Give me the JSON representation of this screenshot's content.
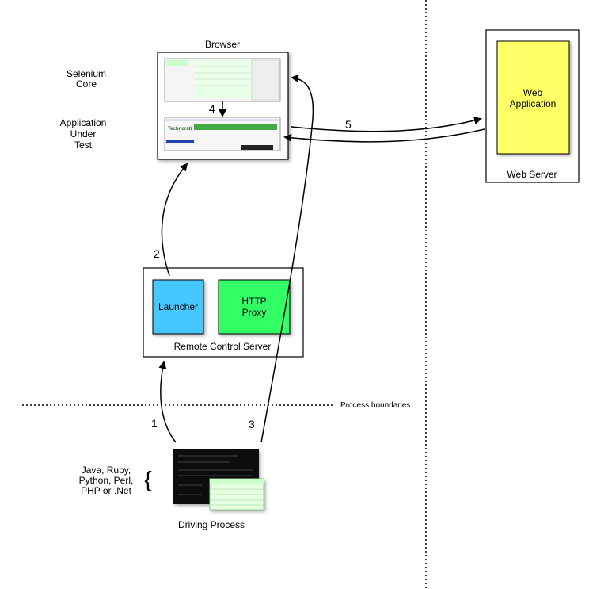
{
  "browser": {
    "title": "Browser",
    "top_pane_label": [
      "Selenium",
      "Core"
    ],
    "bottom_pane_label": [
      "Application",
      "Under",
      "Test"
    ],
    "logo_text": "Technorati"
  },
  "web_server": {
    "title": "Web Server",
    "app_label": [
      "Web",
      "Application"
    ],
    "app_color": "#ffff66"
  },
  "rc_server": {
    "title": "Remote Control Server",
    "launcher": "Launcher",
    "proxy": [
      "HTTP",
      "Proxy"
    ],
    "launcher_color": "#44c8ff",
    "proxy_color": "#33ff66"
  },
  "driving": {
    "title": "Driving Process",
    "languages": [
      "Java, Ruby,",
      "Python, Perl,",
      "PHP or .Net"
    ],
    "brace": "{"
  },
  "boundary_label": "Process boundaries",
  "steps": {
    "s1": "1",
    "s2": "2",
    "s3": "3",
    "s4": "4",
    "s5": "5"
  }
}
